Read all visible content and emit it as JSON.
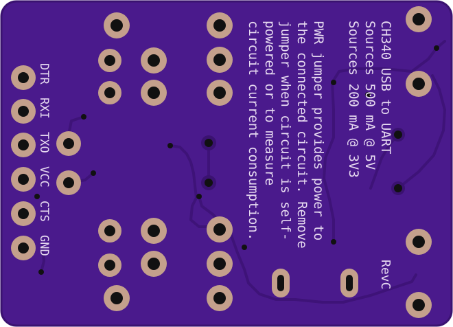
{
  "colors": {
    "background": "#ffffff",
    "board": "#4a1a8c",
    "board_edge": "#3a1270",
    "trace": "#3e1378",
    "pad_copper": "#c4a08c",
    "pad_hole": "#111111",
    "silkscreen": "#e6d9f0"
  },
  "silkscreen": {
    "notes": [
      "CH340 USB to UART",
      "Sources 500 mA @ 5V",
      "Sources 200 mA @ 3V3",
      "PWR jumper provides power to",
      "the connected circuit. Remove",
      "jumper when circuit is self-",
      "powered or to measure",
      "circuit current consumption."
    ],
    "pin_labels": [
      "DTR",
      "RXI",
      "TXO",
      "VCC",
      "CTS",
      "GND"
    ],
    "revision": "RevC"
  }
}
